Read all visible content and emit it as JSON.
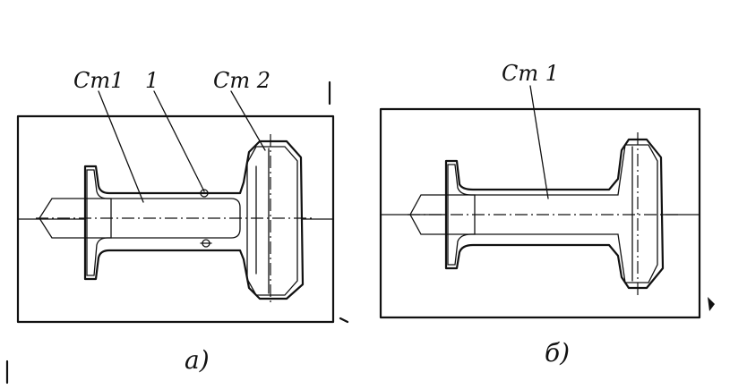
{
  "figure_a": {
    "label_st1": "Cm1",
    "label_1": "1",
    "label_st2": "Cm 2",
    "caption": "а)"
  },
  "figure_b": {
    "label_st1": "Cm 1",
    "caption": "б)"
  }
}
